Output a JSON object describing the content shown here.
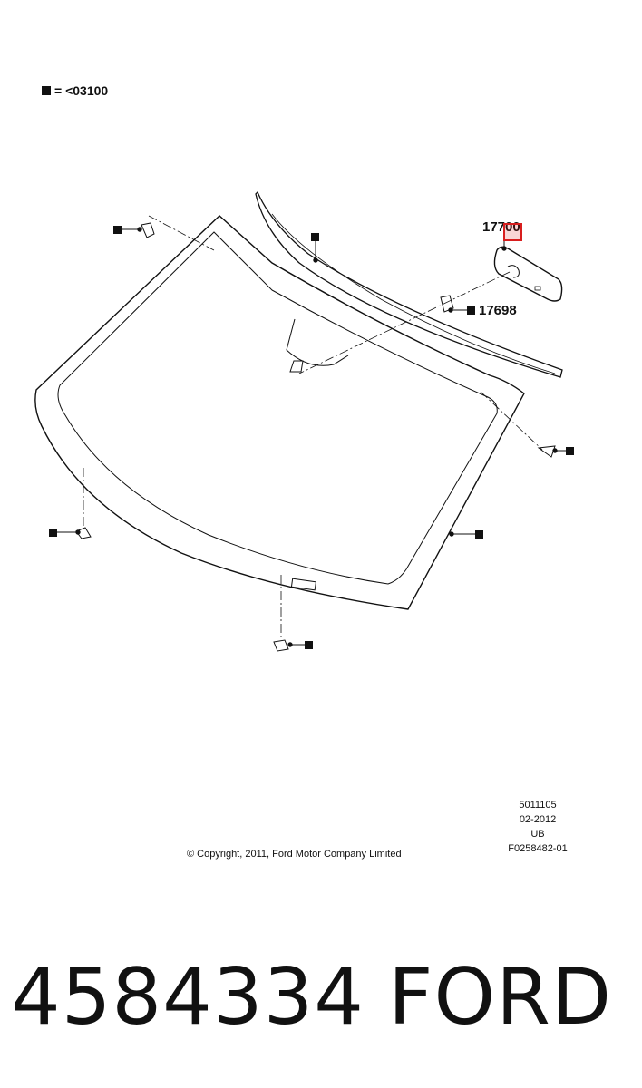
{
  "legend": {
    "text": "= <03100",
    "marker": "filled-square"
  },
  "callouts": {
    "mirror": "17700",
    "bracket": "17698"
  },
  "meta": {
    "line1": "5011105",
    "line2": "02-2012",
    "line3": "UB",
    "line4": "F0258482-01"
  },
  "copyright": "© Copyright, 2011, Ford Motor Company Limited",
  "part_number": "4584334",
  "brand": "FORD",
  "highlight_color": "#d81e1e"
}
